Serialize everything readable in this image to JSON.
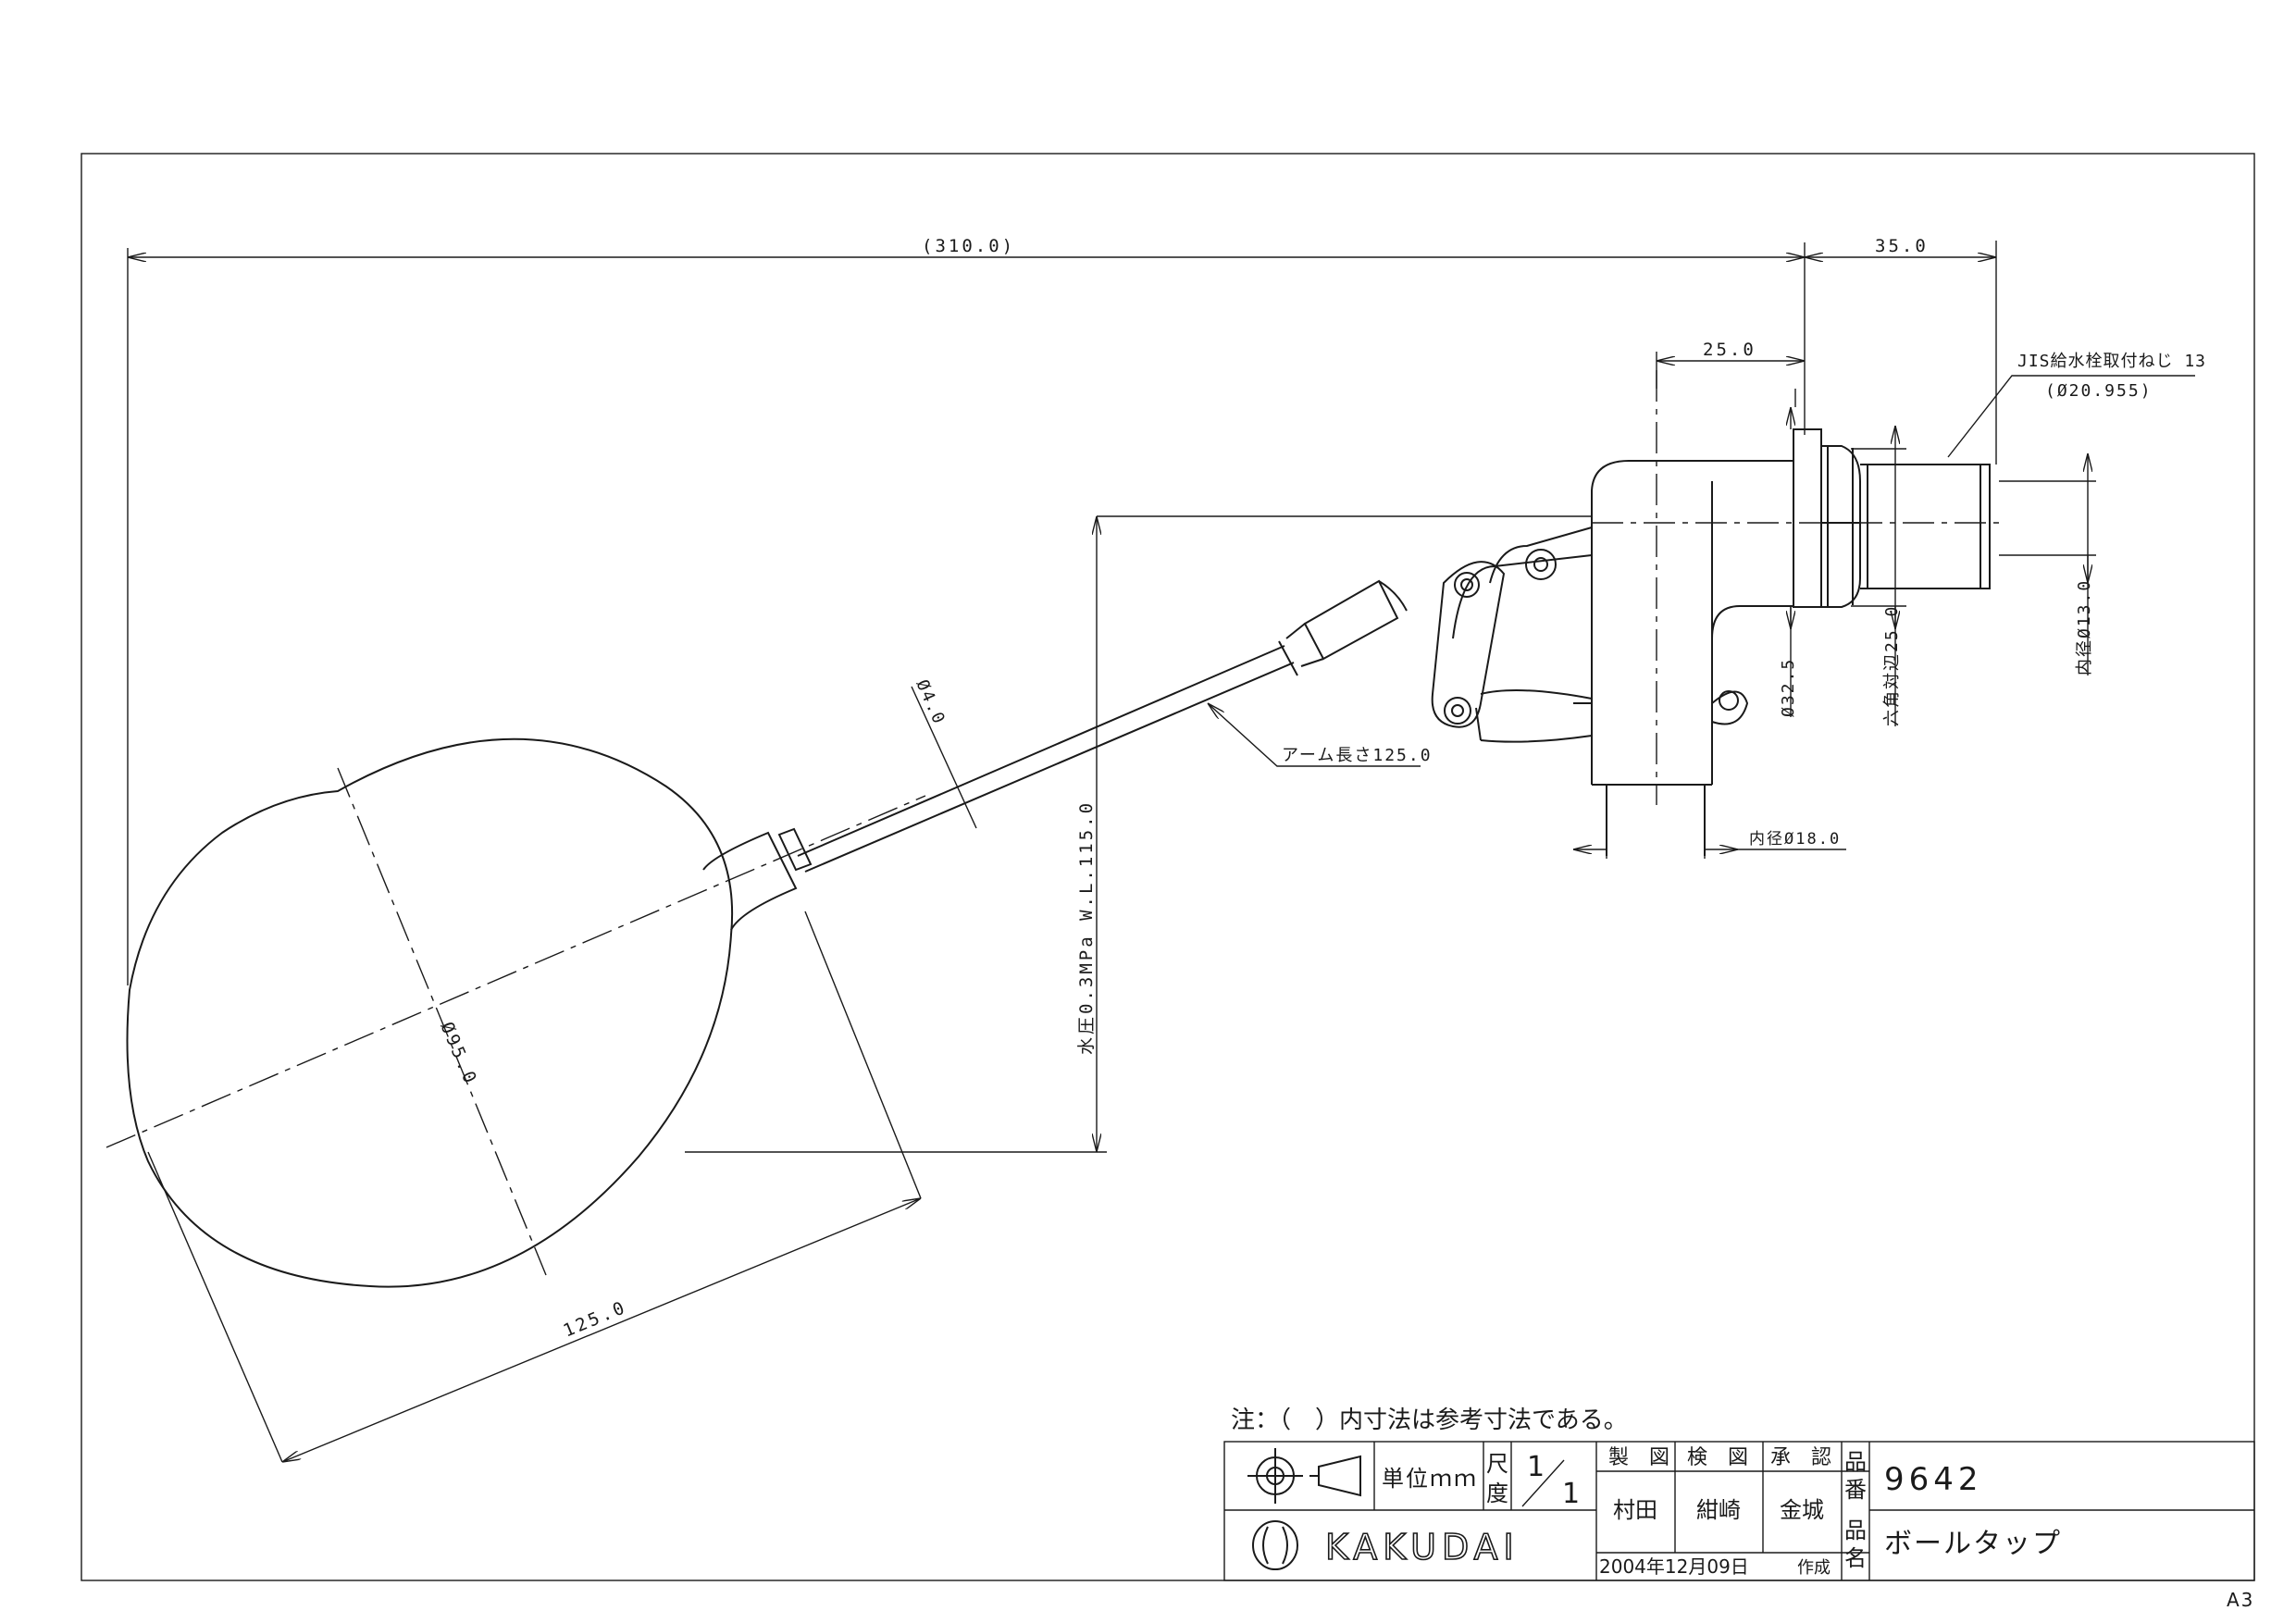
{
  "dimensions": {
    "overall_length": "(310.0)",
    "inlet_length": "35.0",
    "body_offset": "25.0",
    "thread_spec": "JIS給水栓取付ねじ 13",
    "thread_diameter": "(Ø20.955)",
    "inner_dia_inlet": "内径Ø13.0",
    "hex_across_flats": "六角対辺25.0",
    "flange_dia": "Ø32.5",
    "outlet_inner_dia": "内径Ø18.0",
    "arm_length": "アーム長さ125.0",
    "rod_dia": "Ø4.0",
    "water_level": "水圧0.3MPa W.L.115.0",
    "ball_dia": "Ø95.0",
    "ball_offset": "125.0"
  },
  "title_block": {
    "note": "注：（　）内寸法は参考寸法である。",
    "unit": "単位ｍｍ",
    "scale_label_1": "尺",
    "scale_label_2": "度",
    "scale_num": "1",
    "scale_den": "1",
    "drawn_label": "製　図",
    "checked_label": "検　図",
    "approved_label": "承　認",
    "drawn_by": "村田",
    "checked_by": "紺崎",
    "approved_by": "金城",
    "part_no_label_1": "品",
    "part_no_label_2": "番",
    "part_no": "9642",
    "name_label_1": "品",
    "name_label_2": "名",
    "part_name": "ボールタップ",
    "date": "2004年12月09日",
    "created": "作成",
    "brand": "KAKUDAI",
    "sheet_size": "A3"
  }
}
